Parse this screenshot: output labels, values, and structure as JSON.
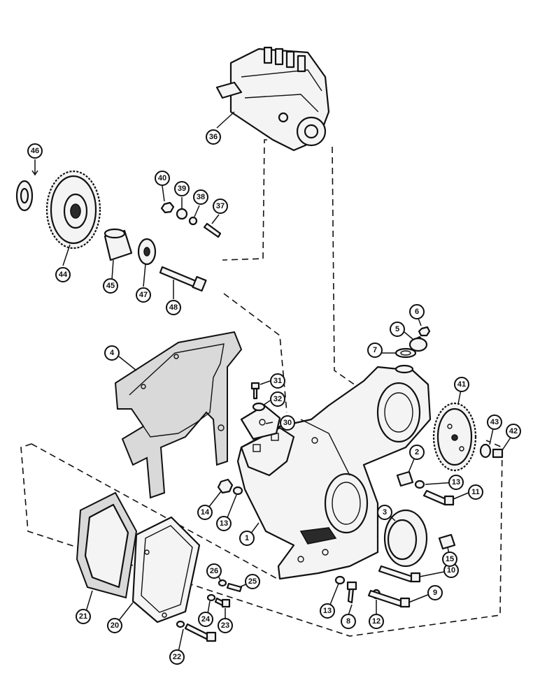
{
  "callouts": [
    {
      "num": "1"
    },
    {
      "num": "2"
    },
    {
      "num": "3"
    },
    {
      "num": "4"
    },
    {
      "num": "5"
    },
    {
      "num": "6"
    },
    {
      "num": "7"
    },
    {
      "num": "8"
    },
    {
      "num": "9"
    },
    {
      "num": "10"
    },
    {
      "num": "11"
    },
    {
      "num": "12"
    },
    {
      "num": "13"
    },
    {
      "num": "13"
    },
    {
      "num": "13"
    },
    {
      "num": "14"
    },
    {
      "num": "15"
    },
    {
      "num": "20"
    },
    {
      "num": "21"
    },
    {
      "num": "22"
    },
    {
      "num": "23"
    },
    {
      "num": "24"
    },
    {
      "num": "25"
    },
    {
      "num": "26"
    },
    {
      "num": "30"
    },
    {
      "num": "31"
    },
    {
      "num": "32"
    },
    {
      "num": "36"
    },
    {
      "num": "37"
    },
    {
      "num": "38"
    },
    {
      "num": "39"
    },
    {
      "num": "40"
    },
    {
      "num": "41"
    },
    {
      "num": "42"
    },
    {
      "num": "43"
    },
    {
      "num": "44"
    },
    {
      "num": "45"
    },
    {
      "num": "46"
    },
    {
      "num": "47"
    },
    {
      "num": "48"
    }
  ]
}
